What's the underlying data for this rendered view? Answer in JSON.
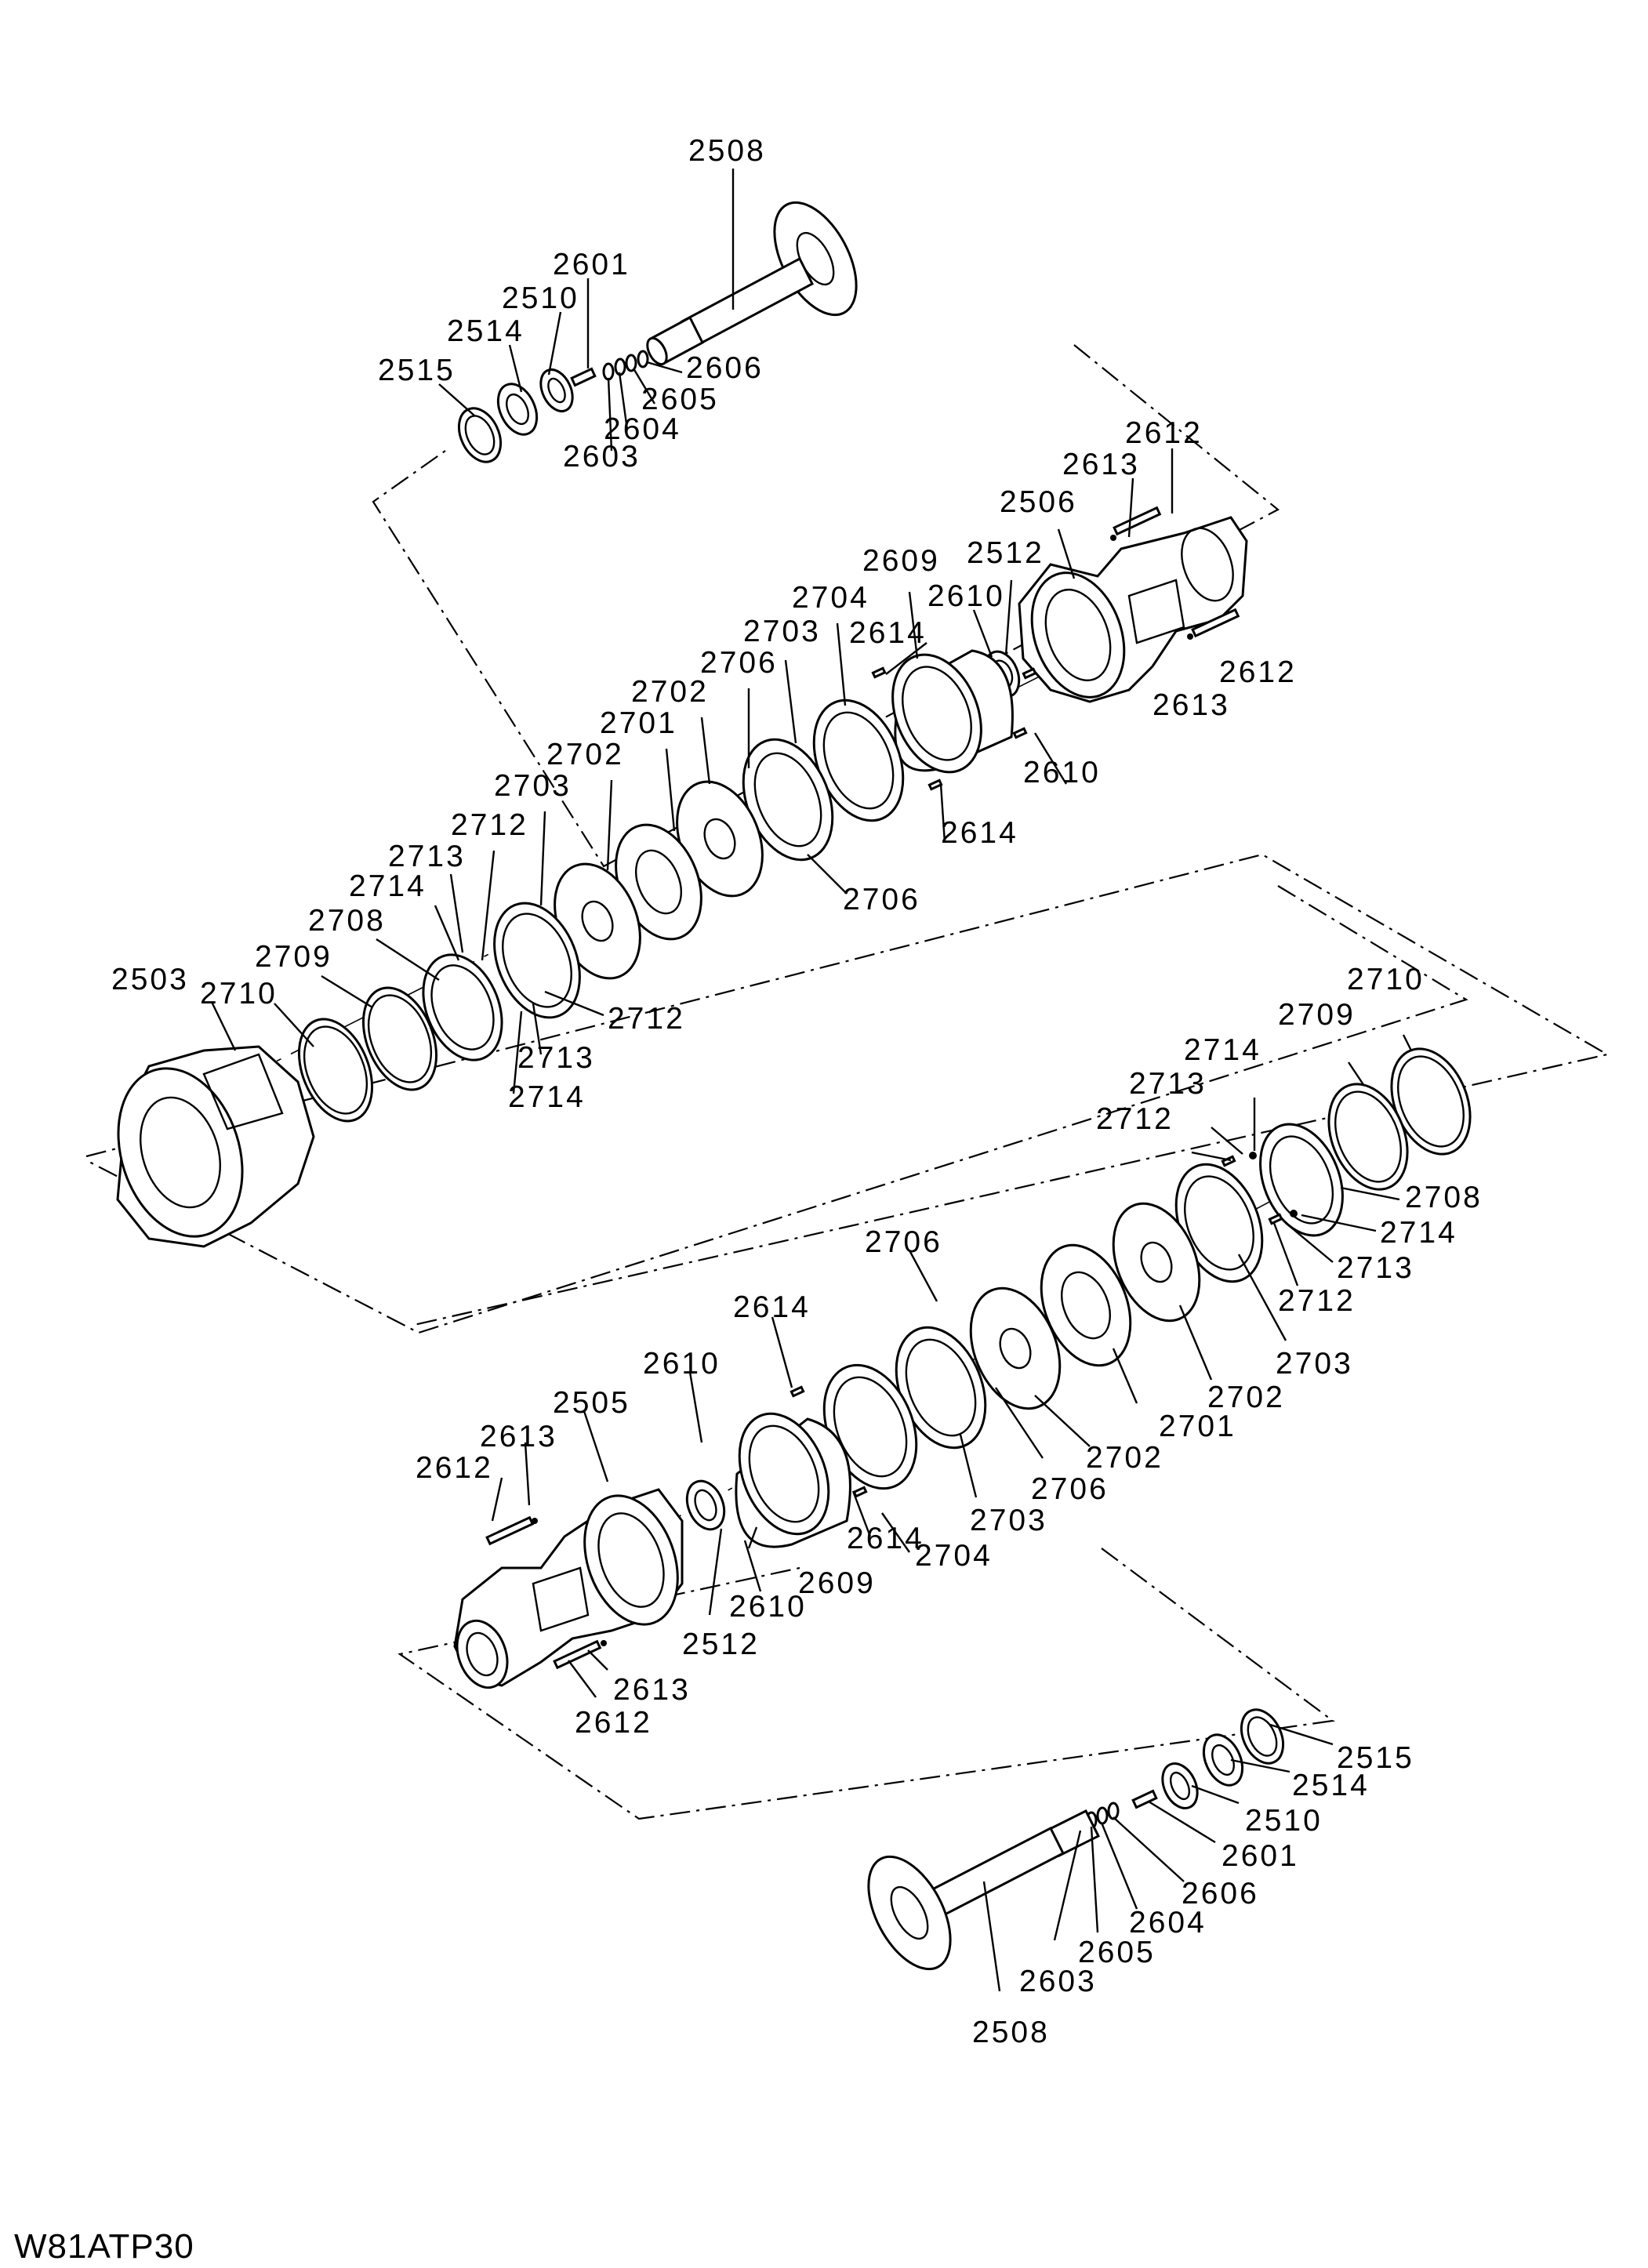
{
  "drawing_code": "W81ATP30",
  "callouts": {
    "top_shaft": [
      "2508",
      "2601",
      "2510",
      "2514",
      "2515",
      "2606",
      "2605",
      "2604",
      "2603"
    ],
    "upper_housing": [
      "2612",
      "2613",
      "2506",
      "2512",
      "2610",
      "2609",
      "2614",
      "2612",
      "2613",
      "2610",
      "2614"
    ],
    "upper_brake_pack": [
      "2704",
      "2703",
      "2706",
      "2702",
      "2701",
      "2702",
      "2703",
      "2712",
      "2713",
      "2714",
      "2708",
      "2709",
      "2710",
      "2706",
      "2712",
      "2713",
      "2714"
    ],
    "center_housing": [
      "2503"
    ],
    "lower_brake_pack": [
      "2710",
      "2709",
      "2714",
      "2713",
      "2712",
      "2708",
      "2714",
      "2713",
      "2712",
      "2706",
      "2703",
      "2702",
      "2701",
      "2702",
      "2706",
      "2703",
      "2704"
    ],
    "lower_housing": [
      "2614",
      "2610",
      "2505",
      "2613",
      "2612",
      "2512",
      "2610",
      "2609",
      "2614",
      "2613",
      "2612"
    ],
    "bottom_shaft": [
      "2515",
      "2514",
      "2510",
      "2601",
      "2606",
      "2604",
      "2605",
      "2603",
      "2508"
    ]
  }
}
